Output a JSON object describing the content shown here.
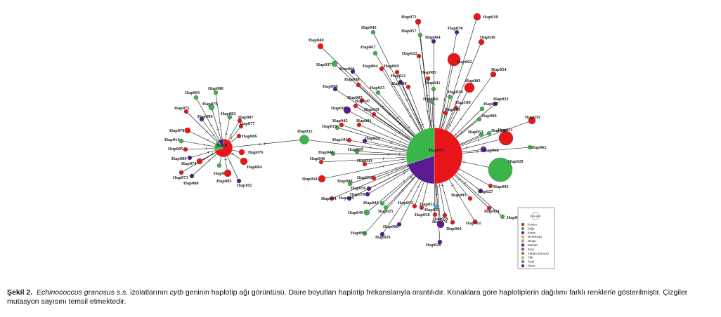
{
  "colors": {
    "koyun": "#e8161b",
    "sigir": "#39b54a",
    "insan": "#5b1a8f",
    "devekusu": "#f3c91e",
    "dingo": "#f08fc0",
    "manda": "#2e3192",
    "keci": "#8b4fa6",
    "yaban_domuzu": "#9c7a3c",
    "yak": "#cfe04a",
    "kedi": "#27aae1",
    "deve": "#8c1a1a",
    "edge": "#000000"
  },
  "legend": {
    "title": "Konaklar",
    "items": [
      {
        "label": "Koyun",
        "color": "#e8161b"
      },
      {
        "label": "Sığır",
        "color": "#39b54a"
      },
      {
        "label": "İnsan",
        "color": "#5b1a8f"
      },
      {
        "label": "Devekuşu",
        "color": "#f3c91e"
      },
      {
        "label": "Dingo",
        "color": "#f08fc0"
      },
      {
        "label": "Manda",
        "color": "#2e3192"
      },
      {
        "label": "Keçi",
        "color": "#8b4fa6"
      },
      {
        "label": "Yaban domuzu",
        "color": "#9c7a3c"
      },
      {
        "label": "Yak",
        "color": "#cfe04a"
      },
      {
        "label": "Kedi",
        "color": "#27aae1"
      },
      {
        "label": "Deve",
        "color": "#8c1a1a"
      }
    ]
  },
  "hubs": [
    {
      "id": "hap001",
      "label": "Hap001",
      "slices": [
        {
          "host": "koyun",
          "share": 0.5
        },
        {
          "host": "insan",
          "share": 0.2
        },
        {
          "host": "sigir",
          "share": 0.3
        }
      ]
    },
    {
      "id": "hap032",
      "label": "Hap032",
      "slices": [
        {
          "host": "sigir",
          "share": 1
        }
      ]
    },
    {
      "id": "hapL",
      "label": "Hap0",
      "slices": [
        {
          "host": "koyun",
          "share": 0.7
        },
        {
          "host": "sigir",
          "share": 0.2
        },
        {
          "host": "insan",
          "share": 0.1
        }
      ]
    }
  ],
  "haplotypes": [
    {
      "label": "Hap010",
      "host": "koyun"
    },
    {
      "label": "Hap072",
      "host": "koyun"
    },
    {
      "label": "Hap036",
      "host": "koyun"
    },
    {
      "label": "Hap030",
      "host": "insan"
    },
    {
      "label": "Hap057",
      "host": "sigir"
    },
    {
      "label": "Hap064",
      "host": "insan"
    },
    {
      "label": "Hap022",
      "host": "koyun"
    },
    {
      "label": "Hap002",
      "host": "koyun"
    },
    {
      "label": "Hap043",
      "host": "sigir"
    },
    {
      "label": "Hap040",
      "host": "koyun"
    },
    {
      "label": "Hap067",
      "host": "sigir"
    },
    {
      "label": "Hap037",
      "host": "sigir"
    },
    {
      "label": "Hap004",
      "host": "koyun"
    },
    {
      "label": "Hap069",
      "host": "koyun"
    },
    {
      "label": "Hap066",
      "host": "insan"
    },
    {
      "label": "Hap054",
      "host": "koyun"
    },
    {
      "label": "Hap065",
      "host": "koyun"
    },
    {
      "label": "Hap021",
      "host": "insan"
    },
    {
      "label": "Hap008",
      "host": "koyun"
    },
    {
      "label": "Hap038",
      "host": "koyun"
    },
    {
      "label": "Hap003",
      "host": "koyun"
    },
    {
      "label": "Hap090",
      "host": "insan"
    },
    {
      "label": "Hap055",
      "host": "sigir"
    },
    {
      "label": "Hap041",
      "host": "sigir"
    },
    {
      "label": "Hap034",
      "host": "sigir"
    },
    {
      "label": "Hap023",
      "host": "insan"
    },
    {
      "label": "Hap007",
      "host": "koyun"
    },
    {
      "label": "Hap016",
      "host": "sigir"
    },
    {
      "label": "Hap100",
      "host": "koyun"
    },
    {
      "label": "Hap097",
      "host": "sigir"
    },
    {
      "label": "Hap018",
      "host": "insan"
    },
    {
      "label": "Hap047",
      "host": "koyun"
    },
    {
      "label": "Hap013",
      "host": "koyun"
    },
    {
      "label": "Hap029",
      "host": "koyun"
    },
    {
      "label": "Hap099",
      "host": "sigir"
    },
    {
      "label": "Hap035",
      "host": "koyun"
    },
    {
      "label": "Hap045",
      "host": "koyun"
    },
    {
      "label": "Hap081",
      "host": "koyun"
    },
    {
      "label": "Hap015",
      "host": "sigir"
    },
    {
      "label": "Hap031",
      "host": "koyun"
    },
    {
      "label": "Hap053",
      "host": "sigir"
    },
    {
      "label": "Hap039",
      "host": "sigir"
    },
    {
      "label": "Hap101",
      "host": "koyun"
    },
    {
      "label": "Hap020",
      "host": "insan"
    },
    {
      "label": "Hap062",
      "host": "sigir"
    },
    {
      "label": "Hap068",
      "host": "insan"
    },
    {
      "label": "Hap048",
      "host": "sigir"
    },
    {
      "label": "Hap009",
      "host": "sigir"
    },
    {
      "label": "Hap028",
      "host": "sigir"
    },
    {
      "label": "Hap046",
      "host": "koyun"
    },
    {
      "label": "Hap033",
      "host": "koyun"
    },
    {
      "label": "Hap050",
      "host": "koyun"
    },
    {
      "label": "Hap098",
      "host": "sigir"
    },
    {
      "label": "Hap051",
      "host": "koyun"
    },
    {
      "label": "Hap093",
      "host": "koyun"
    },
    {
      "label": "Hap027",
      "host": "insan"
    },
    {
      "label": "Hap044",
      "host": "koyun"
    },
    {
      "label": "Hap019",
      "host": "insan"
    },
    {
      "label": "Hap056",
      "host": "insan"
    },
    {
      "label": "Hap070",
      "host": "insan"
    },
    {
      "label": "Hap042",
      "host": "sigir"
    },
    {
      "label": "Hap092",
      "host": "koyun"
    },
    {
      "label": "Hap091",
      "host": "koyun"
    },
    {
      "label": "Hap024",
      "host": "koyun"
    },
    {
      "label": "Hap094",
      "host": "sigir"
    },
    {
      "label": "Hap049",
      "host": "sigir"
    },
    {
      "label": "Hap025",
      "host": "sigir"
    },
    {
      "label": "Hap052",
      "host": "koyun"
    },
    {
      "label": "Hap011",
      "host": "kedi"
    },
    {
      "label": "Hap058",
      "host": "koyun"
    },
    {
      "label": "Hap059",
      "host": "koyun"
    },
    {
      "label": "Hap073",
      "host": "koyun"
    },
    {
      "label": "Hap061",
      "host": "koyun"
    },
    {
      "label": "Hap006",
      "host": "insan"
    },
    {
      "label": "Hap095",
      "host": "sigir"
    },
    {
      "label": "Hap026",
      "host": "insan"
    },
    {
      "label": "Hap060",
      "host": "insan"
    },
    {
      "label": "Hap020",
      "host": "insan"
    },
    {
      "label": "Hap080",
      "host": "sigir"
    },
    {
      "label": "Hap081",
      "host": "sigir"
    },
    {
      "label": "Hap079",
      "host": "sigir"
    },
    {
      "label": "Hap075",
      "host": "koyun"
    },
    {
      "label": "Hap099",
      "host": "insan"
    },
    {
      "label": "Hap082",
      "host": "sigir"
    },
    {
      "label": "Hap087",
      "host": "koyun"
    },
    {
      "label": "Hap077",
      "host": "koyun"
    },
    {
      "label": "Hap078",
      "host": "koyun"
    },
    {
      "label": "Hap086",
      "host": "koyun"
    },
    {
      "label": "Hap014",
      "host": "sigir"
    },
    {
      "label": "Hap085",
      "host": "koyun"
    },
    {
      "label": "Hap076",
      "host": "koyun"
    },
    {
      "label": "Hap089",
      "host": "insan"
    },
    {
      "label": "Hap074",
      "host": "koyun"
    },
    {
      "label": "Hap084",
      "host": "koyun"
    },
    {
      "label": "Hap073",
      "host": "koyun"
    },
    {
      "label": "Hap017",
      "host": "sigir"
    },
    {
      "label": "Hap083",
      "host": "koyun"
    },
    {
      "label": "Hap088",
      "host": "insan"
    },
    {
      "label": "Hap102",
      "host": "insan"
    }
  ],
  "caption": {
    "lead": "Şekil 2.",
    "species": "Echinococcus granosus s.s.",
    "part1": " izolatlarının ",
    "gene": "cytb",
    "part2": " geninin haplotip ağı görüntüsü. Daire boyutları haplotip frekanslarıyla orantılıdır. Konaklara göre haplotiplerin dağılımı farklı renklerle gösterilmiştir. Çizgiler mutasyon sayısını temsil etmektedir."
  }
}
